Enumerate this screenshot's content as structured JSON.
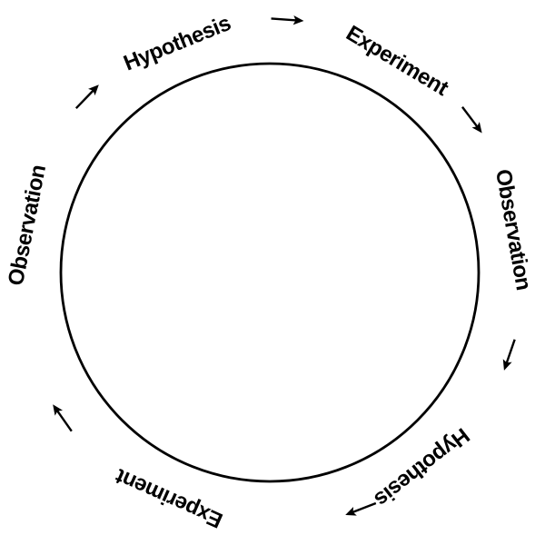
{
  "diagram": {
    "description": "Circular cycle of the scientific method",
    "colors": {
      "background": "#ffffff",
      "stroke": "#000000",
      "text": "#000000"
    },
    "icons": {
      "flow_arrow": "→"
    },
    "labels": [
      {
        "text": "Hypothesis",
        "angle_deg": -22
      },
      {
        "text": "Experiment",
        "angle_deg": 31
      },
      {
        "text": "Observation",
        "angle_deg": 80
      },
      {
        "text": "Hypothesis",
        "angle_deg": 142
      },
      {
        "text": "Experiment",
        "angle_deg": 204
      },
      {
        "text": "Observation",
        "angle_deg": 281
      }
    ],
    "arrows": [
      {
        "angle_deg": 4
      },
      {
        "angle_deg": 53
      },
      {
        "angle_deg": 109
      },
      {
        "angle_deg": 159
      },
      {
        "angle_deg": 235
      },
      {
        "angle_deg": 314
      }
    ]
  }
}
